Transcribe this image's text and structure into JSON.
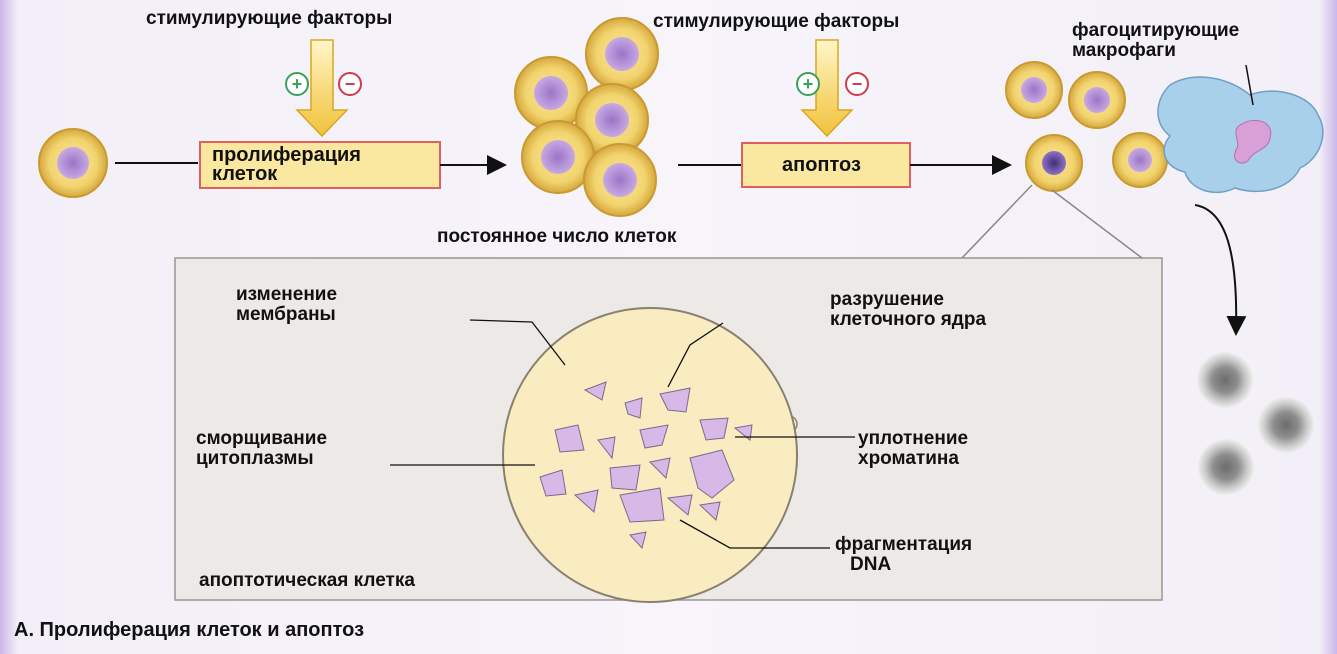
{
  "labels": {
    "stim_factors_1": "стимулирующие факторы",
    "stim_factors_2": "стимулирующие факторы",
    "proliferation_line1": "пролиферация",
    "proliferation_line2": "клеток",
    "apoptosis_box": "апоптоз",
    "constant_cells": "постоянное число клеток",
    "macrophages_line1": "фагоцитирующие",
    "macrophages_line2": "макрофаги",
    "membrane_change_line1": "изменение",
    "membrane_change_line2": "мембраны",
    "nucleus_destruction_line1": "разрушение",
    "nucleus_destruction_line2": "клеточного ядра",
    "cytoplasm_shrink_line1": "сморщивание",
    "cytoplasm_shrink_line2": "цитоплазмы",
    "chromatin_line1": "уплотнение",
    "chromatin_line2": "хроматина",
    "dna_frag_line1": "фрагментация",
    "dna_frag_line2": "DNA",
    "apoptotic_cell": "апоптотическая клетка",
    "plus_sign": "+",
    "minus_sign": "−"
  },
  "caption": "А. Пролиферация клеток и апоптоз",
  "colors": {
    "cell_fill": "#f0d070",
    "cell_stroke": "#c99a30",
    "nucleus": "#b08ad0",
    "box_fill": "#fbe8a0",
    "box_stroke": "#e06060",
    "factor_arrow": "#f2c230",
    "plus": "#3aa15a",
    "minus": "#d03a4a",
    "macrophage": "#a9d0ea",
    "inset_bg": "#ece9e6"
  }
}
